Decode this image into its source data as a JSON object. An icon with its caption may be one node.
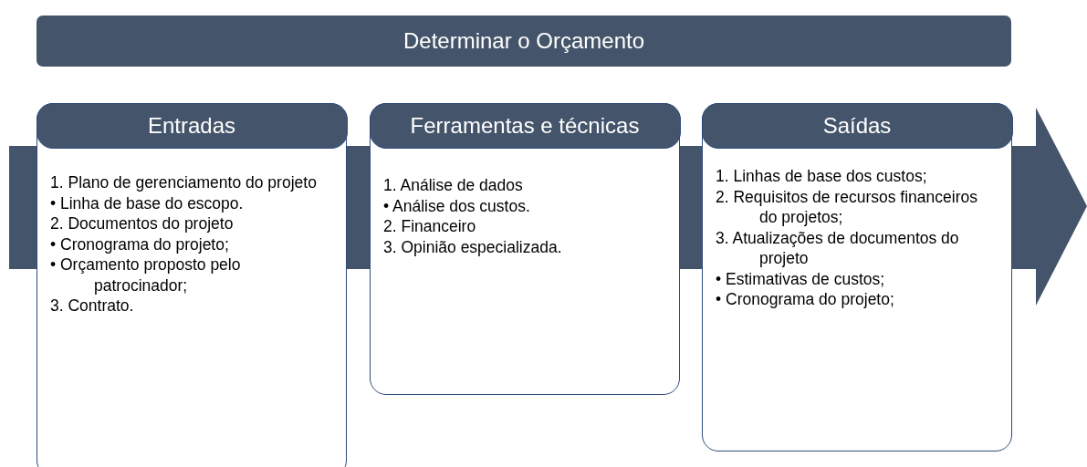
{
  "diagram": {
    "nodes": [
      {
        "text": [
          "Determinar o Orçamento"
        ]
      },
      {
        "text": [
          "Entradas",
          "1. Plano de gerenciamento do projeto",
          "• Linha de base do escopo.",
          "2. Documentos do projeto",
          "• Cronograma do projeto;",
          "• Orçamento proposto pelo patrocinador;",
          "3. Contrato."
        ]
      },
      {
        "text": [
          "Ferramentas e técnicas",
          "1. Análise de dados",
          "• Análise dos custos.",
          "2. Financeiro",
          "3. Opinião especializada."
        ]
      },
      {
        "text": [
          "Saídas",
          "1. Linhas de base dos custos;",
          "2. Requisitos de recursos financeiros do projetos;",
          "3. Atualizações de documentos do projeto",
          "• Estimativas de custos;",
          "• Cronograma do projeto;"
        ]
      }
    ],
    "edges": []
  }
}
